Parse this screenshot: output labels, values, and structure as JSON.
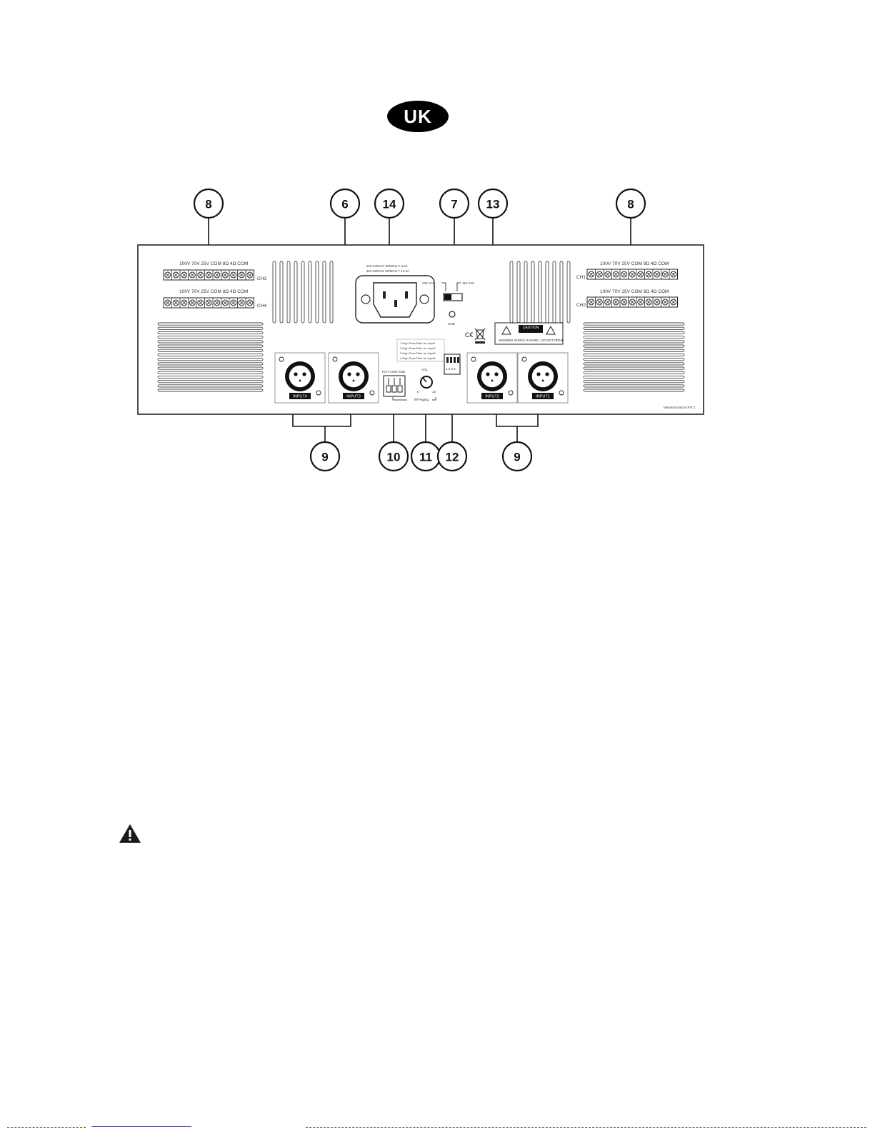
{
  "badge": {
    "text": "UK"
  },
  "callouts": [
    "8",
    "6",
    "14",
    "7",
    "13",
    "8",
    "9",
    "10",
    "11",
    "12",
    "9"
  ],
  "terminals": {
    "header": [
      "100V",
      "70V",
      "25V",
      "COM",
      "8Ω",
      "4Ω",
      "COM"
    ],
    "left_channels": [
      "CH3",
      "CH4"
    ],
    "right_channels": [
      "CH1",
      "CH2"
    ]
  },
  "power": {
    "spec_line1": "220-240VAC 50/60Hz T 6.3A",
    "spec_line2": "110-120VAC 50/60Hz T 12.6A",
    "switch_left": "230 VAC",
    "switch_right": "115 VAC",
    "gnd": "GND"
  },
  "filters": [
    "1 High Pass Filter for Input1",
    "2 High Pass Filter for Input2",
    "3 High Pass Filter for Input3",
    "4 High Pass Filter for Input4"
  ],
  "dip_numbers": "1 2 3 4",
  "paging": {
    "terminal_label": "HOT COM GND",
    "caption": "Tel Paging",
    "vol_label": "VOL",
    "vol_min": "0",
    "vol_max": "10"
  },
  "inputs": [
    "INPUT4",
    "INPUT3",
    "INPUT2",
    "INPUT1"
  ],
  "labels": {
    "caution": "CAUTION",
    "warning": "WARNING SHOCK HAZARD - DO NOT OPEN",
    "ce": "C€",
    "manufactured": "Manufactured in P.R.C."
  }
}
